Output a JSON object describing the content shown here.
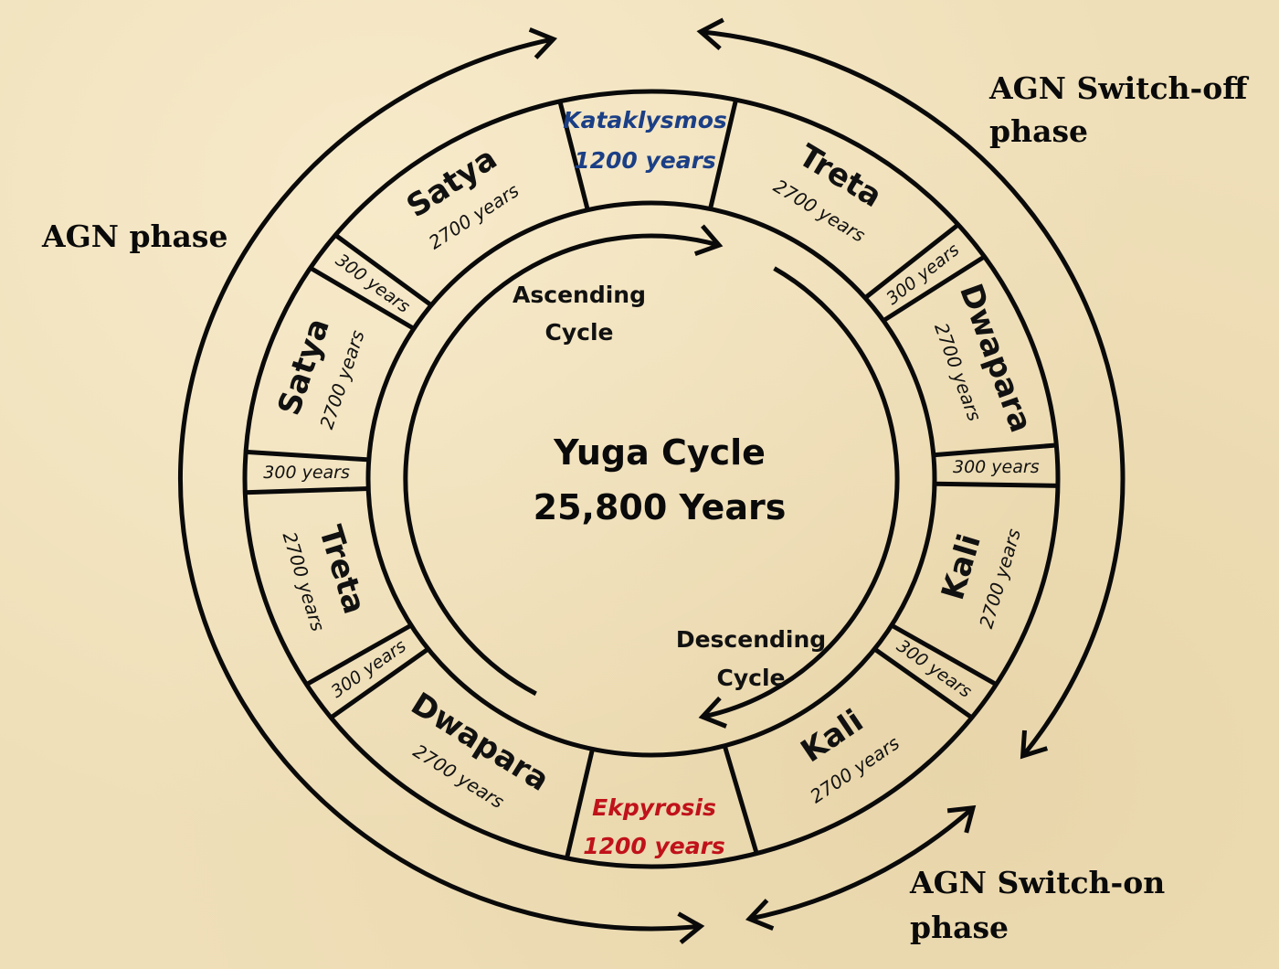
{
  "title": {
    "line1": "Yuga Cycle",
    "line2": "25,800 Years"
  },
  "colors": {
    "kataklysmos": "#1b3f86",
    "ekpyrosis": "#c0121a",
    "line": "#0a0a0a",
    "background": "#efdfb8"
  },
  "cycles": {
    "ascending": {
      "line1": "Ascending",
      "line2": "Cycle"
    },
    "descending": {
      "line1": "Descending",
      "line2": "Cycle"
    }
  },
  "phases": {
    "agn": {
      "line1": "AGN phase"
    },
    "switch_off": {
      "line1": "AGN Switch-off",
      "line2": "phase"
    },
    "switch_on": {
      "line1": "AGN Switch-on",
      "line2": "phase"
    }
  },
  "ring": {
    "special": [
      {
        "id": "kataklysmos",
        "name": "Kataklysmos",
        "years": "1200 years"
      },
      {
        "id": "ekpyrosis",
        "name": "Ekpyrosis",
        "years": "1200 years"
      }
    ],
    "yugas": [
      {
        "name": "Treta",
        "years": "2700 years"
      },
      {
        "name": "Dwapara",
        "years": "2700 years"
      },
      {
        "name": "Kali",
        "years": "2700 years"
      },
      {
        "name": "Kali",
        "years": "2700 years"
      },
      {
        "name": "Dwapara",
        "years": "2700 years"
      },
      {
        "name": "Treta",
        "years": "2700 years"
      },
      {
        "name": "Satya",
        "years": "2700 years"
      },
      {
        "name": "Satya",
        "years": "2700 years"
      }
    ],
    "transitions": [
      {
        "label": "300 years"
      },
      {
        "label": "300 years"
      },
      {
        "label": "300 years"
      },
      {
        "label": "300 years"
      },
      {
        "label": "300 years"
      },
      {
        "label": "300 years"
      }
    ]
  }
}
